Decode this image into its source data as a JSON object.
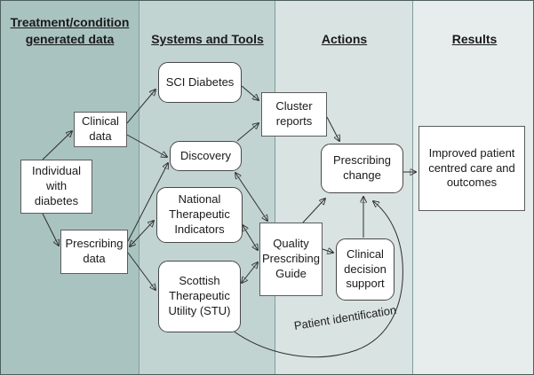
{
  "columns": [
    {
      "label": "Treatment/condition generated data"
    },
    {
      "label": "Systems and Tools"
    },
    {
      "label": "Actions"
    },
    {
      "label": "Results"
    }
  ],
  "nodes": {
    "individual": "Individual with diabetes",
    "clinical_data": "Clinical data",
    "prescribing_data": "Prescribing data",
    "sci_diabetes": "SCI Diabetes",
    "discovery": "Discovery",
    "nti": "National Therapeutic Indicators",
    "stu": "Scottish Therapeutic Utility (STU)",
    "cluster_reports": "Cluster reports",
    "prescribing_change": "Prescribing change",
    "qpg": "Quality Prescribing Guide",
    "cds": "Clinical decision support",
    "improved": "Improved patient centred care and outcomes"
  },
  "annotations": {
    "patient_identification": "Patient identification"
  },
  "edges": [
    {
      "from": "individual",
      "to": "clinical_data",
      "bidirectional": false
    },
    {
      "from": "individual",
      "to": "prescribing_data",
      "bidirectional": false
    },
    {
      "from": "clinical_data",
      "to": "sci_diabetes",
      "bidirectional": false
    },
    {
      "from": "clinical_data",
      "to": "discovery",
      "bidirectional": false
    },
    {
      "from": "prescribing_data",
      "to": "discovery",
      "bidirectional": false
    },
    {
      "from": "prescribing_data",
      "to": "nti",
      "bidirectional": true
    },
    {
      "from": "prescribing_data",
      "to": "stu",
      "bidirectional": false
    },
    {
      "from": "sci_diabetes",
      "to": "cluster_reports",
      "bidirectional": false
    },
    {
      "from": "discovery",
      "to": "cluster_reports",
      "bidirectional": false
    },
    {
      "from": "discovery",
      "to": "qpg",
      "bidirectional": true
    },
    {
      "from": "nti",
      "to": "qpg",
      "bidirectional": true
    },
    {
      "from": "stu",
      "to": "qpg",
      "bidirectional": true
    },
    {
      "from": "cluster_reports",
      "to": "prescribing_change",
      "bidirectional": false
    },
    {
      "from": "qpg",
      "to": "prescribing_change",
      "bidirectional": false
    },
    {
      "from": "qpg",
      "to": "cds",
      "bidirectional": false
    },
    {
      "from": "cds",
      "to": "prescribing_change",
      "bidirectional": false
    },
    {
      "from": "stu",
      "to": "prescribing_change",
      "bidirectional": false,
      "label": "Patient identification",
      "curved": true
    },
    {
      "from": "prescribing_change",
      "to": "improved",
      "bidirectional": false
    }
  ],
  "colors": {
    "column1_bg": "#a9c3c0",
    "column2_bg": "#c2d4d2",
    "column3_bg": "#d9e3e2",
    "column4_bg": "#e6edec",
    "divider": "#7d9e9b",
    "node_bg": "#ffffff",
    "node_border": "#5c5c5c",
    "arrow": "#2e2e2e",
    "text": "#1a1a1a"
  }
}
